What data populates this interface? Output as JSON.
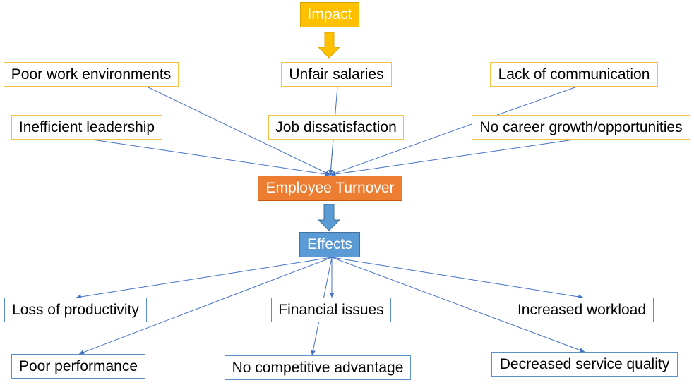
{
  "diagram": {
    "title": "Impact",
    "center": "Employee Turnover",
    "effects_header": "Effects",
    "causes": [
      "Poor work environments",
      "Unfair salaries",
      "Lack of communication",
      "Inefficient leadership",
      "Job dissatisfaction",
      "No career growth/opportunities"
    ],
    "effects": [
      "Loss of productivity",
      "Financial issues",
      "Increased workload",
      "Poor performance",
      "No competitive advantage",
      "Decreased service quality"
    ],
    "colors": {
      "impact": "#ffc000",
      "turnover": "#ed7d31",
      "effects": "#5b9bd5",
      "cause_border": "#f5c243",
      "effect_border": "#5b8fc9",
      "connector": "#4472c4"
    }
  }
}
